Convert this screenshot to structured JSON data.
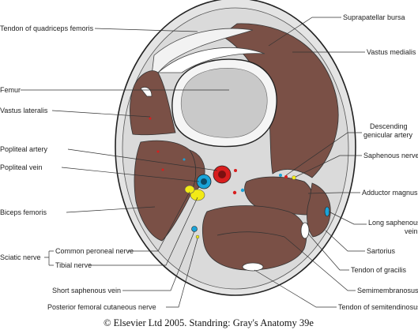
{
  "labels": {
    "tendon_quadriceps": "Tendon of quadriceps femoris",
    "suprapatellar_bursa": "Suprapatellar bursa",
    "vastus_medialis": "Vastus medialis",
    "femur": "Femur",
    "vastus_lateralis": "Vastus lateralis",
    "descending_genicular_1": "Descending",
    "descending_genicular_2": "genicular artery",
    "popliteal_artery": "Popliteal artery",
    "saphenous_nerve": "Saphenous nerve",
    "popliteal_vein": "Popliteal vein",
    "adductor_magnus": "Adductor magnus",
    "biceps_femoris": "Biceps femoris",
    "long_saphenous_1": "Long saphenous",
    "long_saphenous_2": "vein",
    "sartorius": "Sartorius",
    "common_peroneal": "Common peroneal nerve",
    "sciatic_nerve": "Sciatic nerve",
    "tibial_nerve": "Tibial nerve",
    "tendon_gracilis": "Tendon of gracilis",
    "semimembranosus": "Semimembranosus",
    "short_saphenous": "Short saphenous vein",
    "posterior_femoral_cutaneous": "Posterior femoral cutaneous nerve",
    "tendon_semitendinosus": "Tendon of semitendinosus"
  },
  "footer": {
    "copyright": "© Elsevier Ltd 2005. Standring: Gray's Anatomy 39e"
  },
  "colors": {
    "muscle": "#7a5046",
    "fascia": "#d8d8d8",
    "bone": "#c9c9c9",
    "artery": "#d81e1e",
    "vein": "#1aa3d8",
    "nerve": "#f2ea16"
  }
}
